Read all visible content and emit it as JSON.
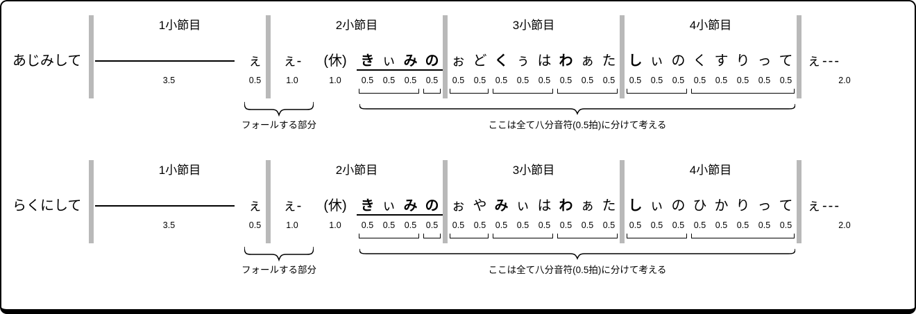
{
  "colors": {
    "bar": "#b9b9b9",
    "ink": "#000000"
  },
  "rows": [
    {
      "label": "あじみして",
      "measures": [
        {
          "title": "1小節目",
          "cells": [
            {
              "type": "line",
              "num": "3.5"
            },
            {
              "t": "ぇ",
              "num": "0.5"
            }
          ]
        },
        {
          "title": "2小節目",
          "cells": [
            {
              "t": "ぇ-",
              "num": "1.0"
            },
            {
              "t": "(休)",
              "num": "1.0"
            },
            {
              "t": "き",
              "num": "0.5",
              "b": true,
              "u": true,
              "g": "a"
            },
            {
              "t": "ぃ",
              "num": "0.5",
              "u": true,
              "g": "a"
            },
            {
              "t": "み",
              "num": "0.5",
              "b": true,
              "u": true,
              "g": "a"
            },
            {
              "t": "の",
              "num": "0.5",
              "b": true,
              "u": true,
              "g": "b"
            }
          ]
        },
        {
          "title": "3小節目",
          "cells": [
            {
              "t": "ぉ",
              "num": "0.5",
              "g": "c"
            },
            {
              "t": "ど",
              "num": "0.5",
              "g": "c"
            },
            {
              "t": "く",
              "num": "0.5",
              "b": true,
              "g": "d"
            },
            {
              "t": "ぅ",
              "num": "0.5",
              "g": "d"
            },
            {
              "t": "は",
              "num": "0.5",
              "g": "d"
            },
            {
              "t": "わ",
              "num": "0.5",
              "b": true,
              "g": "e"
            },
            {
              "t": "ぁ",
              "num": "0.5",
              "g": "e"
            },
            {
              "t": "た",
              "num": "0.5",
              "g": "e"
            }
          ]
        },
        {
          "title": "4小節目",
          "cells": [
            {
              "t": "し",
              "num": "0.5",
              "b": true,
              "g": "f"
            },
            {
              "t": "ぃ",
              "num": "0.5",
              "g": "f"
            },
            {
              "t": "の",
              "num": "0.5",
              "g": "f"
            },
            {
              "t": "く",
              "num": "0.5",
              "g": "h"
            },
            {
              "t": "す",
              "num": "0.5",
              "g": "h"
            },
            {
              "t": "り",
              "num": "0.5",
              "g": "h"
            },
            {
              "t": "っ",
              "num": "0.5",
              "g": "h"
            },
            {
              "t": "て",
              "num": "0.5",
              "g": "h"
            }
          ]
        }
      ],
      "tail": {
        "t": "ぇ---",
        "num": "2.0"
      },
      "fall_label": "フォールする部分",
      "eighth_label": "ここは全て八分音符(0.5拍)に分けて考える"
    },
    {
      "label": "らくにして",
      "measures": [
        {
          "title": "1小節目",
          "cells": [
            {
              "type": "line",
              "num": "3.5"
            },
            {
              "t": "ぇ",
              "num": "0.5"
            }
          ]
        },
        {
          "title": "2小節目",
          "cells": [
            {
              "t": "ぇ-",
              "num": "1.0"
            },
            {
              "t": "(休)",
              "num": "1.0"
            },
            {
              "t": "き",
              "num": "0.5",
              "b": true,
              "u": true,
              "g": "a"
            },
            {
              "t": "ぃ",
              "num": "0.5",
              "u": true,
              "g": "a"
            },
            {
              "t": "み",
              "num": "0.5",
              "b": true,
              "u": true,
              "g": "a"
            },
            {
              "t": "の",
              "num": "0.5",
              "b": true,
              "u": true,
              "g": "b"
            }
          ]
        },
        {
          "title": "3小節目",
          "cells": [
            {
              "t": "ぉ",
              "num": "0.5",
              "g": "c"
            },
            {
              "t": "や",
              "num": "0.5",
              "g": "c"
            },
            {
              "t": "み",
              "num": "0.5",
              "b": true,
              "g": "d"
            },
            {
              "t": "ぃ",
              "num": "0.5",
              "g": "d"
            },
            {
              "t": "は",
              "num": "0.5",
              "g": "d"
            },
            {
              "t": "わ",
              "num": "0.5",
              "b": true,
              "g": "e"
            },
            {
              "t": "ぁ",
              "num": "0.5",
              "g": "e"
            },
            {
              "t": "た",
              "num": "0.5",
              "g": "e"
            }
          ]
        },
        {
          "title": "4小節目",
          "cells": [
            {
              "t": "し",
              "num": "0.5",
              "b": true,
              "g": "f"
            },
            {
              "t": "ぃ",
              "num": "0.5",
              "g": "f"
            },
            {
              "t": "の",
              "num": "0.5",
              "g": "f"
            },
            {
              "t": "ひ",
              "num": "0.5",
              "g": "h"
            },
            {
              "t": "か",
              "num": "0.5",
              "g": "h"
            },
            {
              "t": "り",
              "num": "0.5",
              "g": "h"
            },
            {
              "t": "っ",
              "num": "0.5",
              "g": "h"
            },
            {
              "t": "て",
              "num": "0.5",
              "g": "h"
            }
          ]
        }
      ],
      "tail": {
        "t": "ぇ---",
        "num": "2.0"
      },
      "fall_label": "フォールする部分",
      "eighth_label": "ここは全て八分音符(0.5拍)に分けて考える"
    }
  ]
}
